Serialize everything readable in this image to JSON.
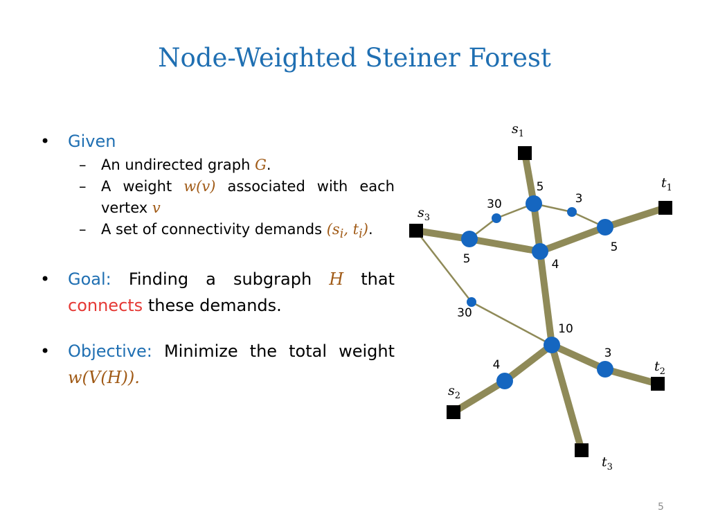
{
  "slide": {
    "title": "Node-Weighted Steiner Forest",
    "page_number": "5"
  },
  "bullets": {
    "marker": "•",
    "dash": "–",
    "given": {
      "heading": "Given",
      "items": [
        {
          "pre": "An undirected graph ",
          "math": "G",
          "post": "."
        },
        {
          "pre": "A weight ",
          "math": "w(v)",
          "mid": " associated with each vertex ",
          "math2": "v"
        },
        {
          "pre": "A set of connectivity demands ",
          "math_s": "s",
          "math_i1": "i",
          "comma": ", ",
          "math_t": "t",
          "math_i2": "i",
          "post": "."
        }
      ]
    },
    "goal": {
      "heading": "Goal:",
      "pre": " Finding a subgraph ",
      "math": "H",
      "mid": " that ",
      "highlight": "connects",
      "post": " these demands."
    },
    "objective": {
      "heading": "Objective:",
      "pre": " Minimize the total weight ",
      "math": "w(V(H)).",
      "math_display": "w(V(H))."
    }
  },
  "diagram": {
    "colors": {
      "node": "#1566c0",
      "edge": "#8f8a58",
      "terminal": "#000000"
    },
    "terminals": [
      {
        "id": "s1",
        "letter": "s",
        "index": "1"
      },
      {
        "id": "t1",
        "letter": "t",
        "index": "1"
      },
      {
        "id": "s3",
        "letter": "s",
        "index": "3"
      },
      {
        "id": "t2",
        "letter": "t",
        "index": "2"
      },
      {
        "id": "s2",
        "letter": "s",
        "index": "2"
      },
      {
        "id": "t3",
        "letter": "t",
        "index": "3"
      }
    ],
    "nodes": [
      {
        "id": "a",
        "weight": "5"
      },
      {
        "id": "b",
        "weight": "30"
      },
      {
        "id": "c",
        "weight": "3"
      },
      {
        "id": "d",
        "weight": "5"
      },
      {
        "id": "e",
        "weight": "5"
      },
      {
        "id": "f",
        "weight": "4"
      },
      {
        "id": "g",
        "weight": "30"
      },
      {
        "id": "h",
        "weight": "10"
      },
      {
        "id": "i",
        "weight": "3"
      },
      {
        "id": "j",
        "weight": "4"
      }
    ],
    "edges_thick": [
      [
        "s1",
        "a"
      ],
      [
        "a",
        "f"
      ],
      [
        "f",
        "h"
      ],
      [
        "h",
        "t3"
      ],
      [
        "s3",
        "e"
      ],
      [
        "e",
        "f"
      ],
      [
        "f",
        "d"
      ],
      [
        "d",
        "t1"
      ],
      [
        "h",
        "i"
      ],
      [
        "i",
        "t2"
      ],
      [
        "h",
        "j"
      ],
      [
        "j",
        "s2"
      ]
    ],
    "edges_thin": [
      [
        "b",
        "a"
      ],
      [
        "b",
        "e"
      ],
      [
        "a",
        "c"
      ],
      [
        "c",
        "d"
      ],
      [
        "s3",
        "g"
      ],
      [
        "g",
        "h"
      ]
    ]
  }
}
